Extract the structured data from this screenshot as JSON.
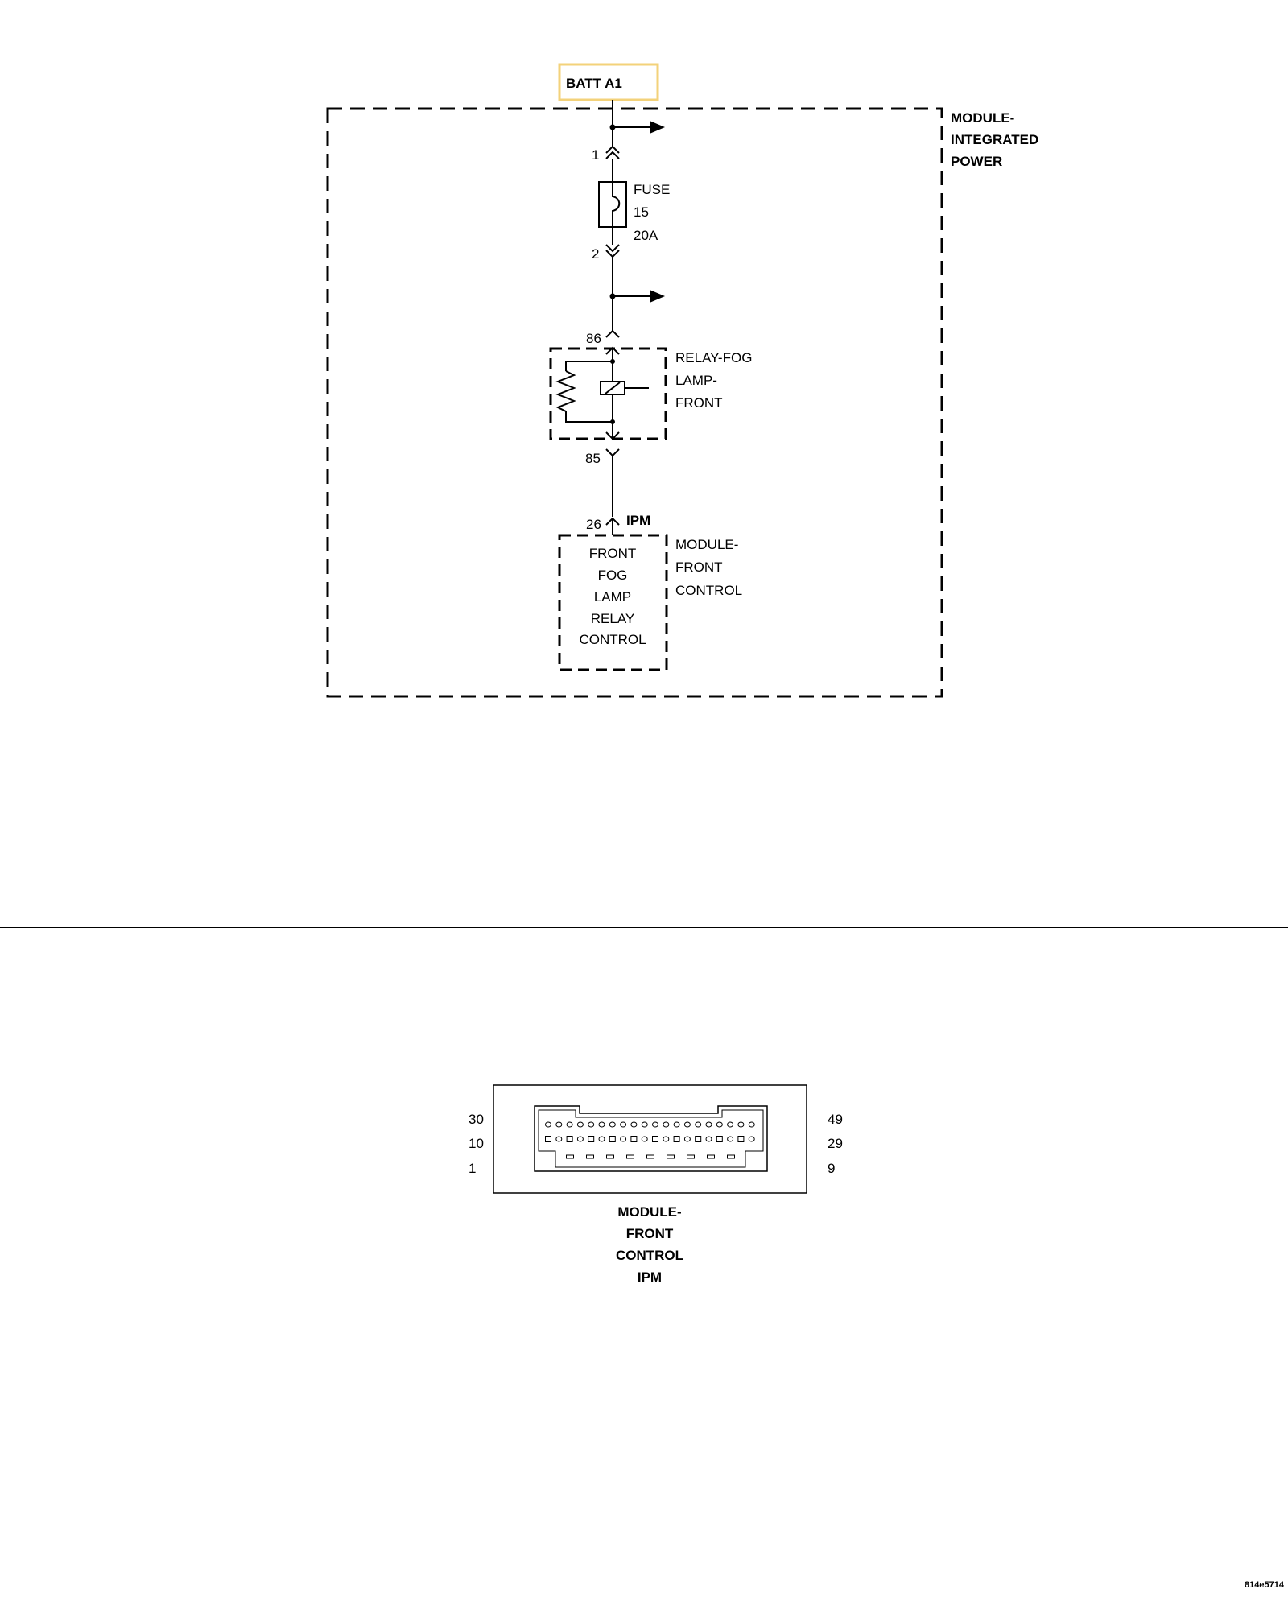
{
  "diagram": {
    "batt_label": "BATT A1",
    "ipm_module": {
      "label_lines": [
        "MODULE-",
        "INTEGRATED",
        "POWER"
      ]
    },
    "fuse": {
      "label_lines": [
        "FUSE",
        "15",
        "20A"
      ],
      "pin_in": "1",
      "pin_out": "2"
    },
    "relay": {
      "label_lines": [
        "RELAY-FOG",
        "LAMP-",
        "FRONT"
      ],
      "pin_top": "86",
      "pin_bottom": "85"
    },
    "fcm_pin": {
      "number": "26",
      "connector": "IPM"
    },
    "fcm_circuit": {
      "label_lines": [
        "FRONT",
        "FOG",
        "LAMP",
        "RELAY",
        "CONTROL"
      ]
    },
    "fcm_module": {
      "label_lines": [
        "MODULE-",
        "FRONT",
        "CONTROL"
      ]
    }
  },
  "connector": {
    "left_pins": [
      "30",
      "10",
      "1"
    ],
    "right_pins": [
      "49",
      "29",
      "9"
    ],
    "caption_lines": [
      "MODULE-",
      "FRONT",
      "CONTROL",
      "IPM"
    ]
  },
  "footer": {
    "code": "814e5714"
  },
  "colors": {
    "highlight_border": "#f3d27a",
    "line": "#000000"
  }
}
